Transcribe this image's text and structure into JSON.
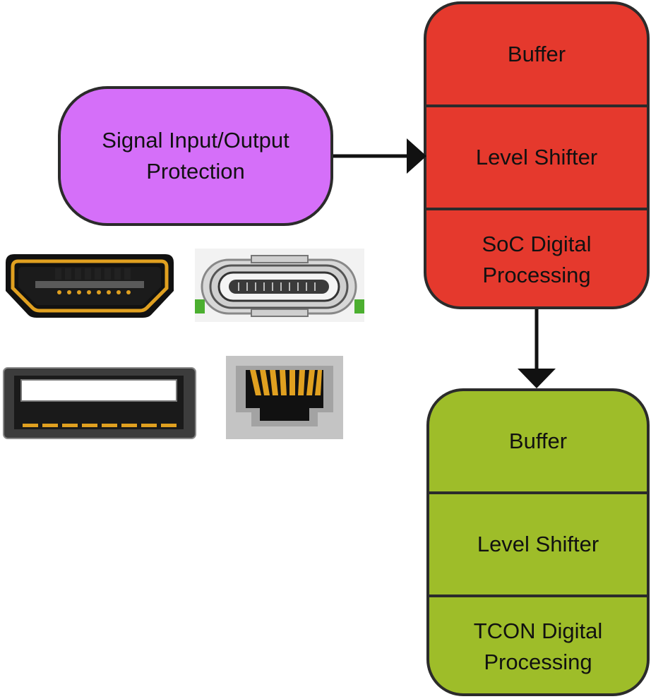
{
  "protection_block": {
    "label": "Signal Input/Output\nProtection",
    "color": "#d56ff9"
  },
  "soc_block": {
    "color": "#e5392d",
    "rows": [
      "Buffer",
      "Level Shifter",
      "SoC Digital\nProcessing"
    ]
  },
  "tcon_block": {
    "color": "#9ebd29",
    "rows": [
      "Buffer",
      "Level Shifter",
      "TCON Digital\nProcessing"
    ]
  },
  "connectors": [
    {
      "name": "hdmi-connector-icon"
    },
    {
      "name": "usb-c-connector-icon"
    },
    {
      "name": "usb-a-connector-icon"
    },
    {
      "name": "rj45-connector-icon"
    }
  ],
  "colors": {
    "outline": "#2b2b2b",
    "gold": "#e0a020"
  }
}
